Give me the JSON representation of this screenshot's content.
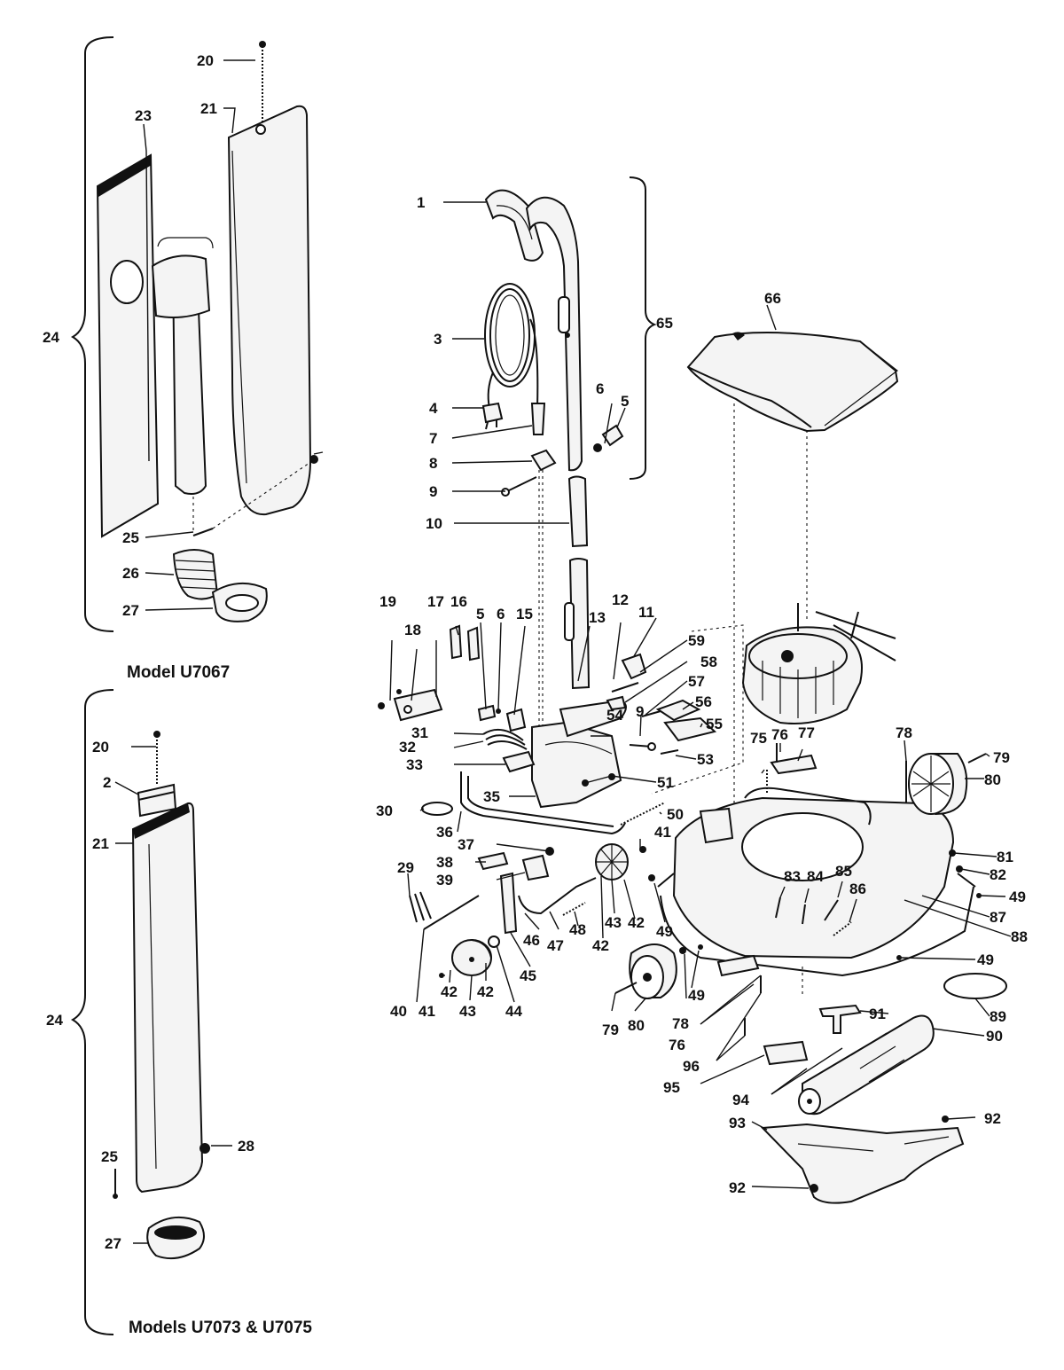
{
  "models": {
    "top": "Model U7067",
    "bottom": "Models U7073 & U7075"
  },
  "labels": {
    "p1": "1",
    "p2": "2",
    "p3": "3",
    "p4": "4",
    "p5": "5",
    "p5b": "5",
    "p6": "6",
    "p6b": "6",
    "p7": "7",
    "p8": "8",
    "p9": "9",
    "p9b": "9",
    "p10": "10",
    "p11": "11",
    "p12": "12",
    "p13": "13",
    "p15": "15",
    "p16": "16",
    "p17": "17",
    "p18": "18",
    "p19": "19",
    "p20a": "20",
    "p20b": "20",
    "p21a": "21",
    "p21b": "21",
    "p23": "23",
    "p24a": "24",
    "p24b": "24",
    "p25a": "25",
    "p25b": "25",
    "p26": "26",
    "p27a": "27",
    "p27b": "27",
    "p28": "28",
    "p29": "29",
    "p30": "30",
    "p31": "31",
    "p32": "32",
    "p33": "33",
    "p35": "35",
    "p36": "36",
    "p37": "37",
    "p38": "38",
    "p39": "39",
    "p40": "40",
    "p41a": "41",
    "p41b": "41",
    "p42a": "42",
    "p42b": "42",
    "p42c": "42",
    "p42d": "42",
    "p43a": "43",
    "p43b": "43",
    "p44": "44",
    "p45": "45",
    "p46": "46",
    "p47": "47",
    "p48": "48",
    "p49a": "49",
    "p49b": "49",
    "p49c": "49",
    "p49d": "49",
    "p50": "50",
    "p51": "51",
    "p53": "53",
    "p54": "54",
    "p55": "55",
    "p56": "56",
    "p57": "57",
    "p58": "58",
    "p59": "59",
    "p65": "65",
    "p66": "66",
    "p75": "75",
    "p76a": "76",
    "p76b": "76",
    "p77": "77",
    "p78a": "78",
    "p78b": "78",
    "p79a": "79",
    "p79b": "79",
    "p80a": "80",
    "p80b": "80",
    "p81": "81",
    "p82": "82",
    "p83": "83",
    "p84": "84",
    "p85": "85",
    "p86": "86",
    "p87": "87",
    "p88": "88",
    "p89": "89",
    "p90": "90",
    "p91": "91",
    "p92a": "92",
    "p92b": "92",
    "p93": "93",
    "p94": "94",
    "p95": "95",
    "p96": "96"
  }
}
